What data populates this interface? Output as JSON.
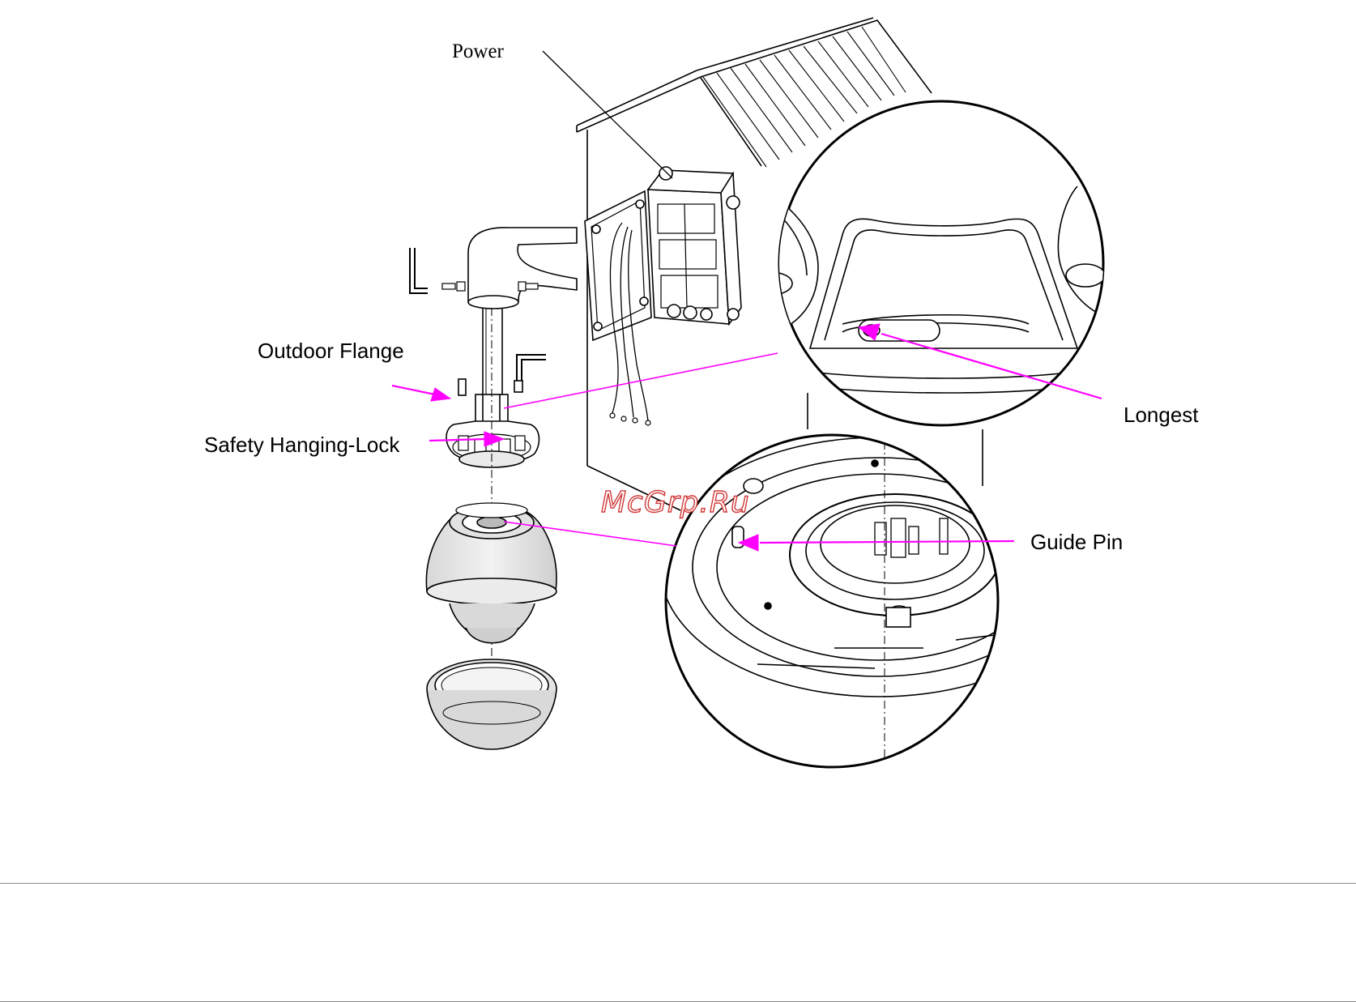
{
  "labels": {
    "power": "Power",
    "outdoor_flange": "Outdoor Flange",
    "safety_hanging_lock": "Safety Hanging-Lock",
    "longest": "Longest",
    "guide_pin": "Guide Pin"
  },
  "watermark": "McGrp.Ru",
  "colors": {
    "callout": "#ff00ff",
    "line": "#000000",
    "watermark": "#d23a3a",
    "rule": "#8a8a8a"
  }
}
